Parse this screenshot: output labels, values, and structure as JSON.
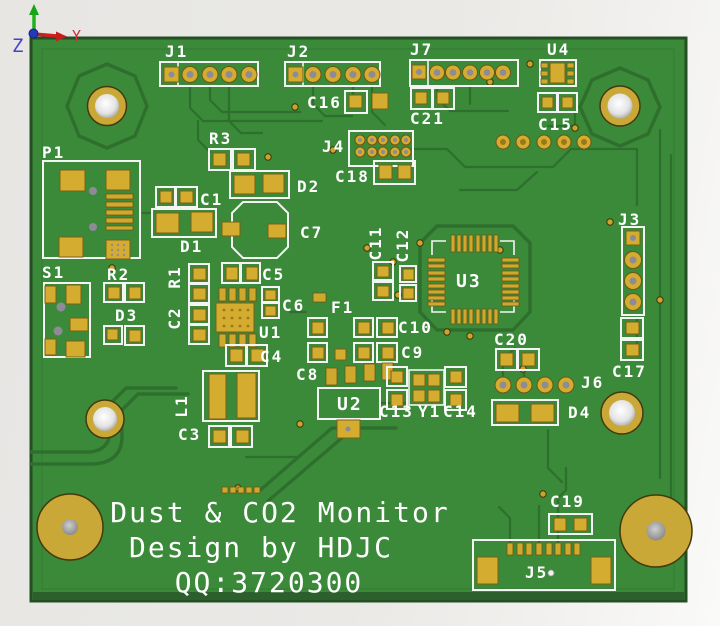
{
  "scene": {
    "type": "pcb-3d-render",
    "axis_gizmo": {
      "z_label": "Z",
      "y_label": "Y"
    },
    "board": {
      "silkscreen_lines": [
        "Dust & CO2 Monitor",
        "Design by HDJC",
        "QQ:3720300"
      ],
      "components": [
        {
          "ref": "J1"
        },
        {
          "ref": "J2"
        },
        {
          "ref": "J7"
        },
        {
          "ref": "U4"
        },
        {
          "ref": "C16"
        },
        {
          "ref": "C21"
        },
        {
          "ref": "C15"
        },
        {
          "ref": "R3"
        },
        {
          "ref": "J4"
        },
        {
          "ref": "C18"
        },
        {
          "ref": "D2"
        },
        {
          "ref": "C1"
        },
        {
          "ref": "D1"
        },
        {
          "ref": "C7"
        },
        {
          "ref": "P1"
        },
        {
          "ref": "S1"
        },
        {
          "ref": "R2"
        },
        {
          "ref": "D3"
        },
        {
          "ref": "R1"
        },
        {
          "ref": "C2"
        },
        {
          "ref": "U1"
        },
        {
          "ref": "C5"
        },
        {
          "ref": "C6"
        },
        {
          "ref": "C4"
        },
        {
          "ref": "C11"
        },
        {
          "ref": "C12"
        },
        {
          "ref": "U3"
        },
        {
          "ref": "J3"
        },
        {
          "ref": "C17"
        },
        {
          "ref": "F1"
        },
        {
          "ref": "C10"
        },
        {
          "ref": "C9"
        },
        {
          "ref": "C8"
        },
        {
          "ref": "U2"
        },
        {
          "ref": "C13"
        },
        {
          "ref": "Y1"
        },
        {
          "ref": "C14"
        },
        {
          "ref": "C20"
        },
        {
          "ref": "J6"
        },
        {
          "ref": "D4"
        },
        {
          "ref": "L1"
        },
        {
          "ref": "C3"
        },
        {
          "ref": "C19"
        },
        {
          "ref": "J5"
        }
      ],
      "colors": {
        "soldermask": "#3a8a3a",
        "pad_gold": "#d4ad30",
        "silkscreen": "#ffffff",
        "copper_trace": "#2e6f2e",
        "board_edge": "#234f23",
        "background": "#eae9e6"
      }
    }
  }
}
